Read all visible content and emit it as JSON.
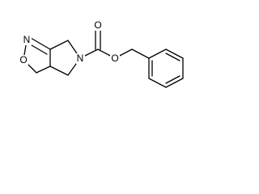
{
  "molecule": {
    "atoms": {
      "ring_n": "N",
      "ring_o": "O",
      "carbamate_n": "N",
      "carbonyl_o": "O",
      "ester_o": "O"
    }
  }
}
